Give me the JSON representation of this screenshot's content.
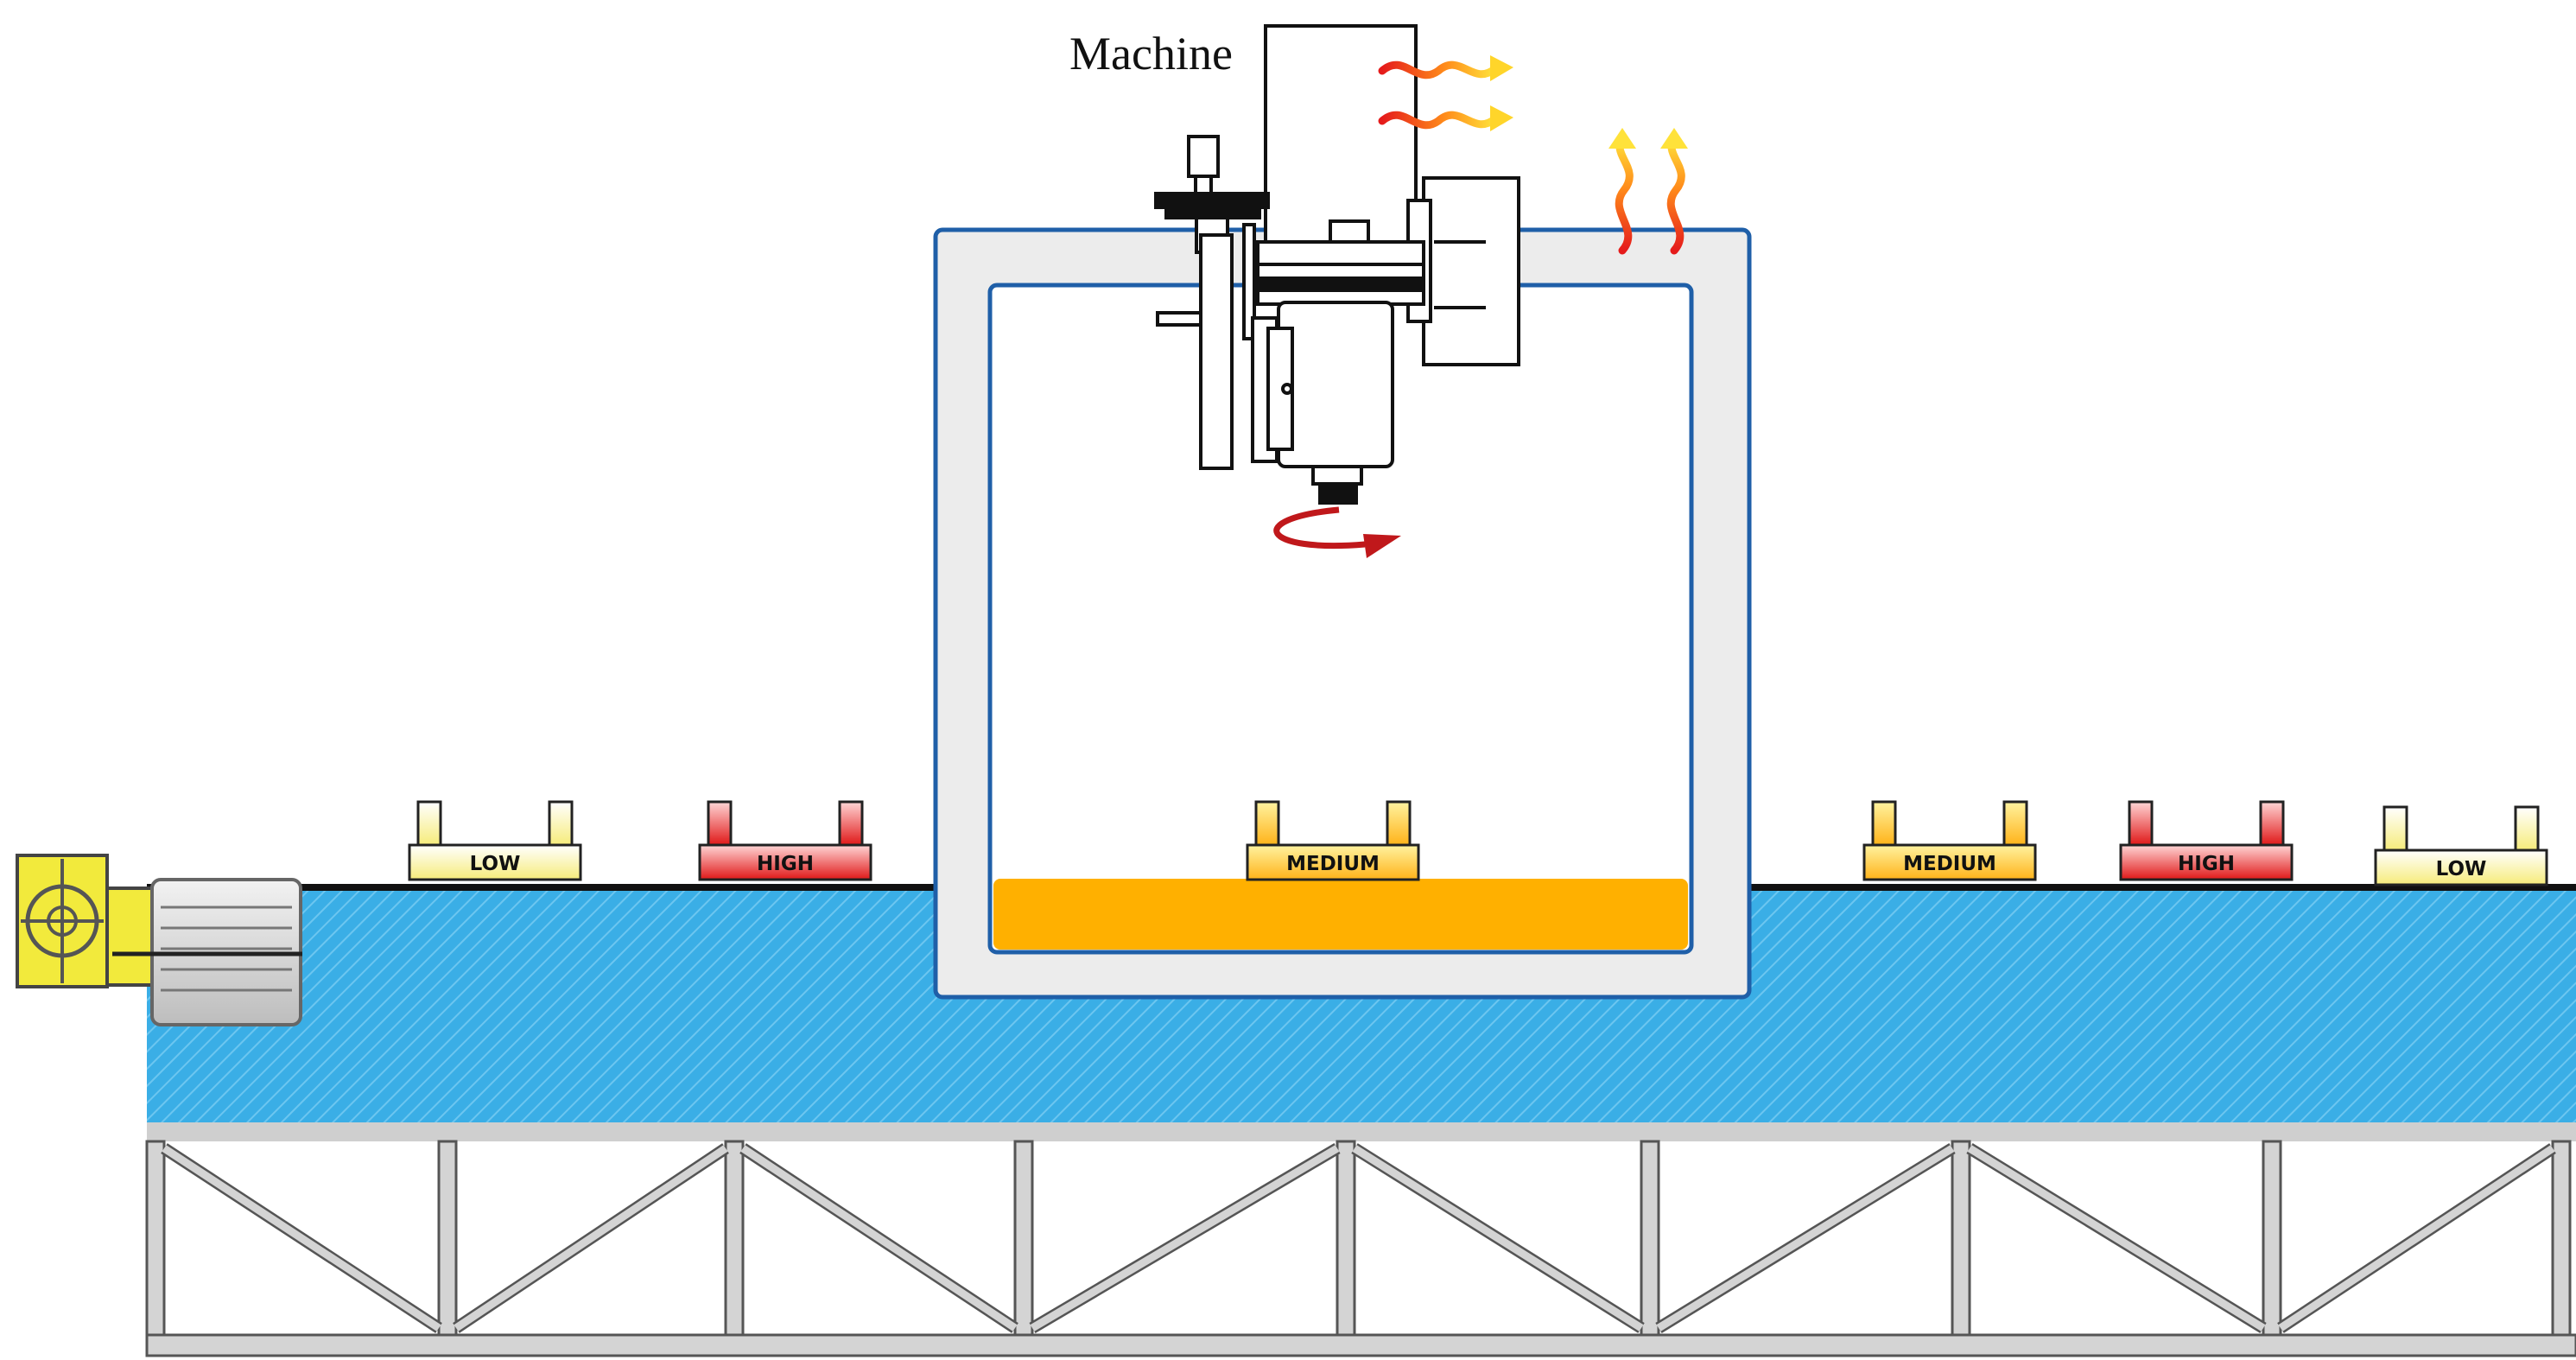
{
  "machine": {
    "label": "Machine"
  },
  "pallets": [
    {
      "label": "LOW",
      "level": "low"
    },
    {
      "label": "HIGH",
      "level": "high"
    },
    {
      "label": "MEDIUM",
      "level": "medium"
    },
    {
      "label": "MEDIUM",
      "level": "medium"
    },
    {
      "label": "HIGH",
      "level": "high"
    },
    {
      "label": "LOW",
      "level": "low"
    }
  ],
  "colors": {
    "conveyor": "#3aaee6",
    "chamber_frame": "#1f5fa8",
    "chamber_fill": "#ececec",
    "bed": "#ffb000",
    "low_top": "#ffffff",
    "low_bottom": "#f6ec7a",
    "medium_top": "#fff3a0",
    "medium_bottom": "#ffb319",
    "high_top": "#ffd0d0",
    "high_bottom": "#e01818",
    "truss": "#cfcfcf",
    "motor": "#f2ea3c"
  },
  "icons": [
    "heat-wave-icon",
    "rotation-arrow-icon",
    "motor-icon",
    "spindle-icon"
  ]
}
